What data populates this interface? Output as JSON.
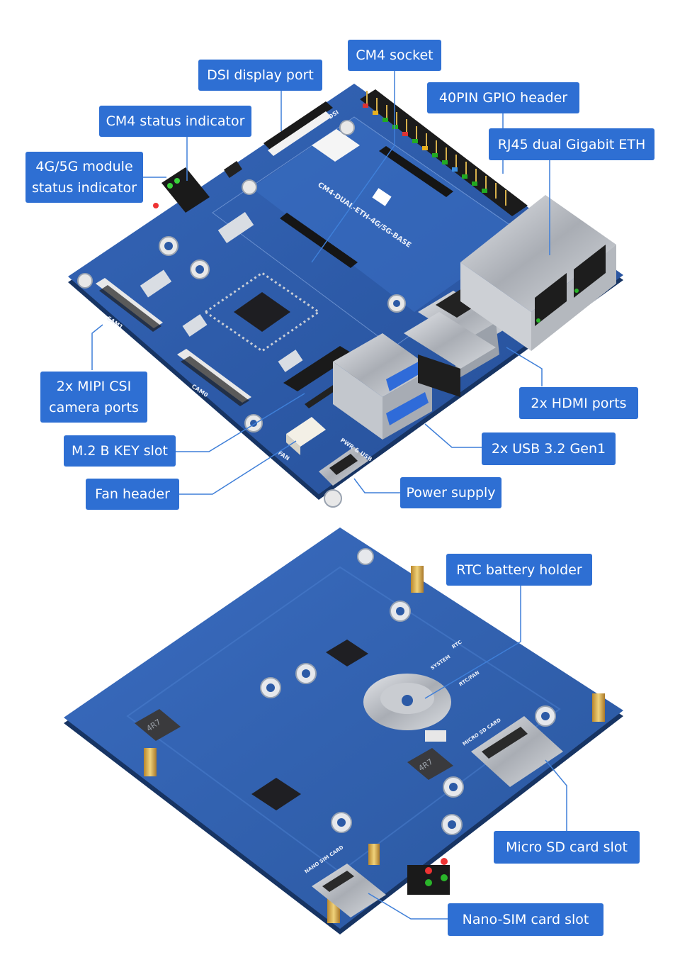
{
  "board_silkscreen": {
    "top_name": "CM4-DUAL-ETH-4G/5G-BASE",
    "dsi": "DSI",
    "cam0": "CAM0",
    "cam1": "CAM1",
    "fan": "FAN",
    "pwr_usb": "PWR & USB",
    "inductor_a": "4R7",
    "inductor_b": "4R7",
    "micro_sd": "MICRO SD CARD",
    "nano_sim": "NANO SIM CARD",
    "rtc": "RTC",
    "system": "SYSTEM",
    "rtc_fan": "RTC/FAN"
  },
  "callouts_top": {
    "cm4_socket": "CM4 socket",
    "dsi_port": "DSI display port",
    "gpio_header": "40PIN GPIO header",
    "cm4_status": "CM4 status indicator",
    "rj45": "RJ45 dual Gigabit ETH",
    "module_status_line1": "4G/5G module",
    "module_status_line2": "status indicator",
    "mipi_csi_line1": "2x MIPI CSI",
    "mipi_csi_line2": "camera ports",
    "hdmi": "2x HDMI ports",
    "m2_slot": "M.2 B KEY slot",
    "usb": "2x USB 3.2 Gen1",
    "fan_header": "Fan header",
    "power_supply": "Power supply"
  },
  "callouts_bottom": {
    "rtc_battery": "RTC battery holder",
    "micro_sd": "Micro SD card slot",
    "nano_sim": "Nano-SIM card slot"
  },
  "colors": {
    "callout_bg": "#2e6fd3",
    "pcb_blue": "#2c5aa6",
    "pcb_dark": "#1f4288",
    "connector_line": "#3f7fd8"
  }
}
